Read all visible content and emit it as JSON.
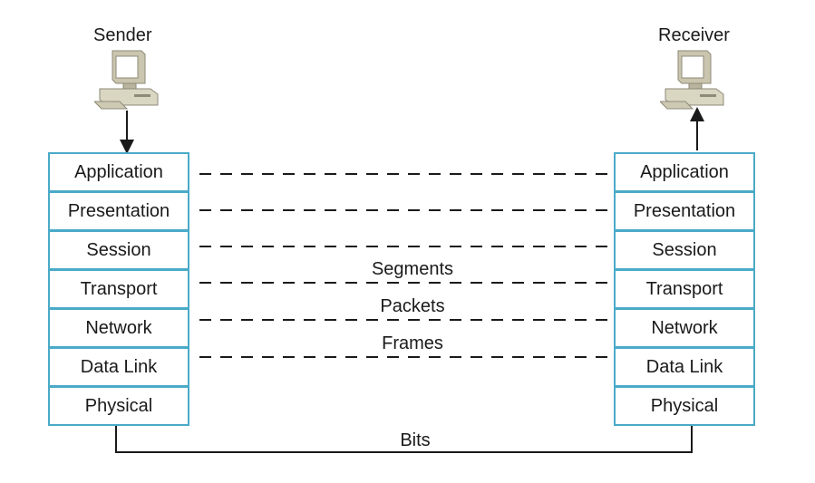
{
  "sender": {
    "title": "Sender",
    "computer_icon": "desktop-computer-icon"
  },
  "receiver": {
    "title": "Receiver",
    "computer_icon": "desktop-computer-icon"
  },
  "layers": [
    "Application",
    "Presentation",
    "Session",
    "Transport",
    "Network",
    "Data Link",
    "Physical"
  ],
  "pdu_labels": {
    "segments": "Segments",
    "packets": "Packets",
    "frames": "Frames",
    "bits": "Bits"
  },
  "colors": {
    "layer_border": "#4aaac8",
    "connector": "#1a1a1a",
    "computer_body": "#d9d6c2",
    "computer_screen": "#ffffff"
  }
}
